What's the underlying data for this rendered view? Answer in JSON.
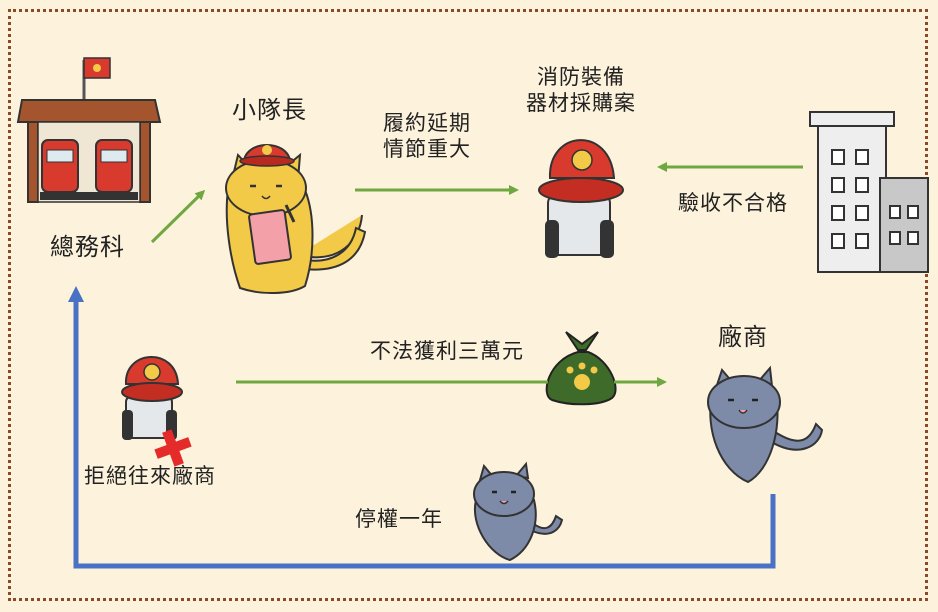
{
  "nodes": {
    "general_affairs": "總務科",
    "captain": "小隊長",
    "procurement_line1": "消防裝備",
    "procurement_line2": "器材採購案",
    "vendor": "廠商",
    "reject_vendor": "拒絕往來廠商"
  },
  "edges": {
    "delay_line1": "履約延期",
    "delay_line2": "情節重大",
    "inspection_failed": "驗收不合格",
    "illegal_profit": "不法獲利三萬元",
    "suspension": "停權一年"
  },
  "colors": {
    "green_arrow": "#6fa840",
    "blue_arrow": "#4a72c4",
    "frame": "#8a4a28",
    "background": "#fdf2dc"
  }
}
